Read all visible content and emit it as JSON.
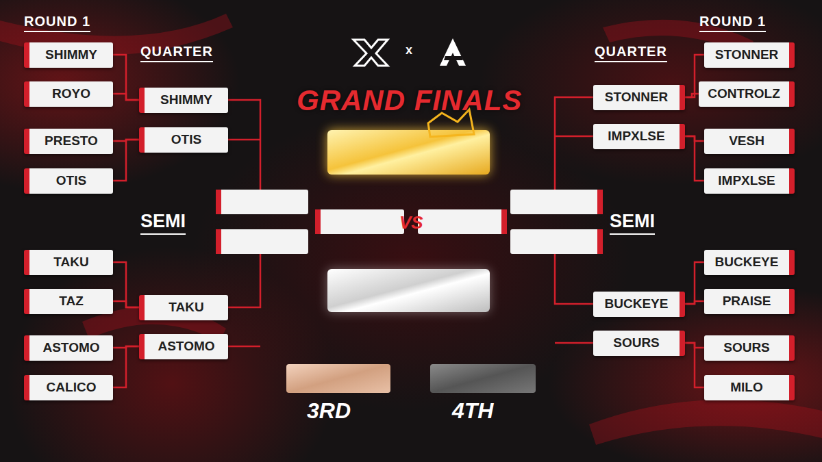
{
  "diagram": {
    "title": "GRAND FINALS",
    "nodes": [
      {
        "text": [
          "SHIMMY"
        ]
      },
      {
        "text": [
          "ROYO"
        ]
      },
      {
        "text": [
          "PRESTO"
        ]
      },
      {
        "text": [
          "OTIS"
        ]
      },
      {
        "text": [
          "TAKU"
        ]
      },
      {
        "text": [
          "TAZ"
        ]
      },
      {
        "text": [
          "ASTOMO"
        ]
      },
      {
        "text": [
          "CALICO"
        ]
      },
      {
        "text": [
          "SHIMMY"
        ]
      },
      {
        "text": [
          "OTIS"
        ]
      },
      {
        "text": [
          "TAKU"
        ]
      },
      {
        "text": [
          "ASTOMO"
        ]
      },
      {
        "text": [
          "STONNER"
        ]
      },
      {
        "text": [
          "IMPXLSE"
        ]
      },
      {
        "text": [
          "BUCKEYE"
        ]
      },
      {
        "text": [
          "SOURS"
        ]
      },
      {
        "text": [
          "STONNER"
        ]
      },
      {
        "text": [
          "CONTROLZ"
        ]
      },
      {
        "text": [
          "VESH"
        ]
      },
      {
        "text": [
          "IMPXLSE"
        ]
      },
      {
        "text": [
          "BUCKEYE"
        ]
      },
      {
        "text": [
          "PRAISE"
        ]
      },
      {
        "text": [
          "SOURS"
        ]
      },
      {
        "text": [
          "MILO"
        ]
      }
    ],
    "edges": [
      {
        "from": 0,
        "to": 8,
        "arrow": "none"
      },
      {
        "from": 1,
        "to": 8,
        "arrow": "none"
      },
      {
        "from": 2,
        "to": 9,
        "arrow": "none"
      },
      {
        "from": 3,
        "to": 9,
        "arrow": "none"
      },
      {
        "from": 4,
        "to": 10,
        "arrow": "none"
      },
      {
        "from": 5,
        "to": 10,
        "arrow": "none"
      },
      {
        "from": 6,
        "to": 11,
        "arrow": "none"
      },
      {
        "from": 7,
        "to": 11,
        "arrow": "none"
      },
      {
        "from": 16,
        "to": 12,
        "arrow": "none"
      },
      {
        "from": 17,
        "to": 12,
        "arrow": "none"
      },
      {
        "from": 18,
        "to": 13,
        "arrow": "none"
      },
      {
        "from": 19,
        "to": 13,
        "arrow": "none"
      },
      {
        "from": 20,
        "to": 14,
        "arrow": "none"
      },
      {
        "from": 21,
        "to": 14,
        "arrow": "none"
      },
      {
        "from": 22,
        "to": 15,
        "arrow": "none"
      },
      {
        "from": 23,
        "to": 15,
        "arrow": "none"
      }
    ],
    "labels": [
      "ROUND 1",
      "QUARTER",
      "SEMI",
      "ROUND 1",
      "QUARTER",
      "SEMI",
      "x",
      "VS",
      "3RD",
      "4TH"
    ]
  }
}
